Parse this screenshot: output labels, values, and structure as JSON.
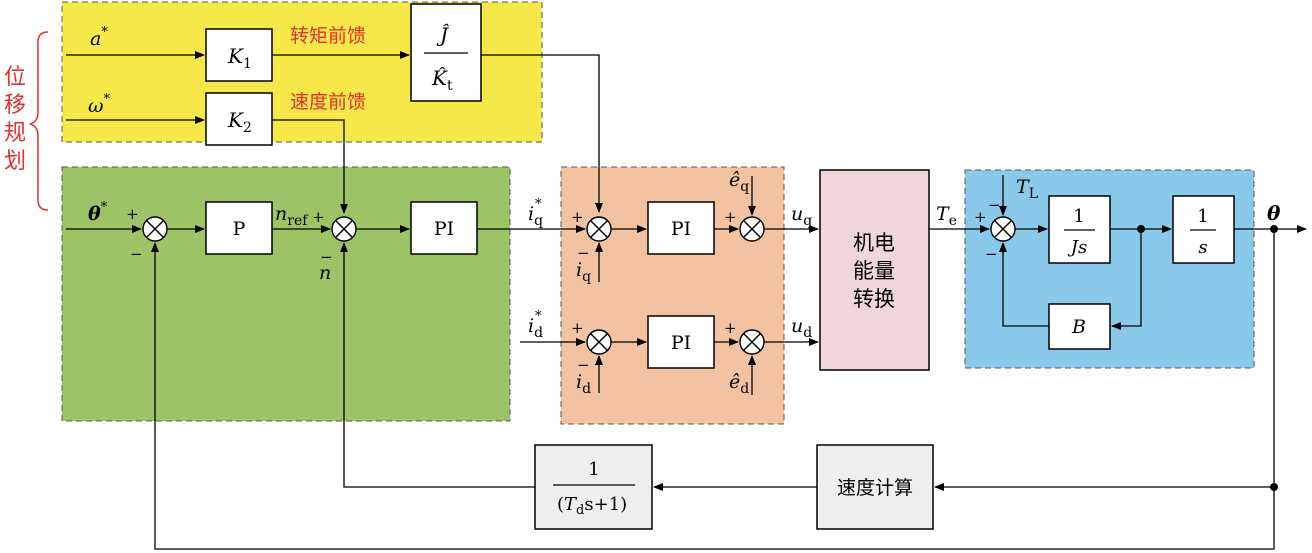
{
  "side_label": [
    "位",
    "移",
    "规",
    "划"
  ],
  "feedforward": {
    "torque_label": "转矩前馈",
    "speed_label": "速度前馈",
    "k1": "K",
    "k1_sub": "1",
    "k2": "K",
    "k2_sub": "2",
    "a_star": "a",
    "omega_star": "ω",
    "star": "*",
    "inertia_num": "Ĵ",
    "inertia_den": "K̂",
    "inertia_den_sub": "t"
  },
  "position_loop": {
    "theta_star": "θ",
    "star": "*",
    "p_block": "P",
    "n_ref": "n",
    "n_ref_sub": "ref",
    "n_fb": "n",
    "pi_block": "PI",
    "plus": "+",
    "minus": "−"
  },
  "current_loop": {
    "iq_star": "i",
    "iq_sub": "q",
    "id_star": "i",
    "id_sub": "d",
    "star": "*",
    "pi_q": "PI",
    "pi_d": "PI",
    "iq_fb": "i",
    "id_fb": "i",
    "eq": "ê",
    "eq_sub": "q",
    "ed": "ê",
    "ed_sub": "d",
    "uq": "u",
    "uq_sub": "q",
    "ud": "u",
    "ud_sub": "d"
  },
  "converter": {
    "lines": [
      "机电",
      "能量",
      "转换"
    ]
  },
  "mechanical": {
    "te": "T",
    "te_sub": "e",
    "tl": "T",
    "tl_sub": "L",
    "one_over_js_num": "1",
    "one_over_js_den": "Js",
    "one_over_s_num": "1",
    "one_over_s_den": "s",
    "b_block": "B",
    "theta_out": "θ"
  },
  "feedback": {
    "speed_calc": "速度计算",
    "filter_num": "1",
    "filter_den_open": "(",
    "filter_den_T": "T",
    "filter_den_sub": "d",
    "filter_den_rest": "s+1)"
  },
  "colors": {
    "yellow": "#f7e84a",
    "green": "#9cc466",
    "orange": "#f3c2a1",
    "blue": "#8ac9ea",
    "converter": "#f0d6d8",
    "gray_block": "#efefef",
    "red_text": "#e53030"
  }
}
